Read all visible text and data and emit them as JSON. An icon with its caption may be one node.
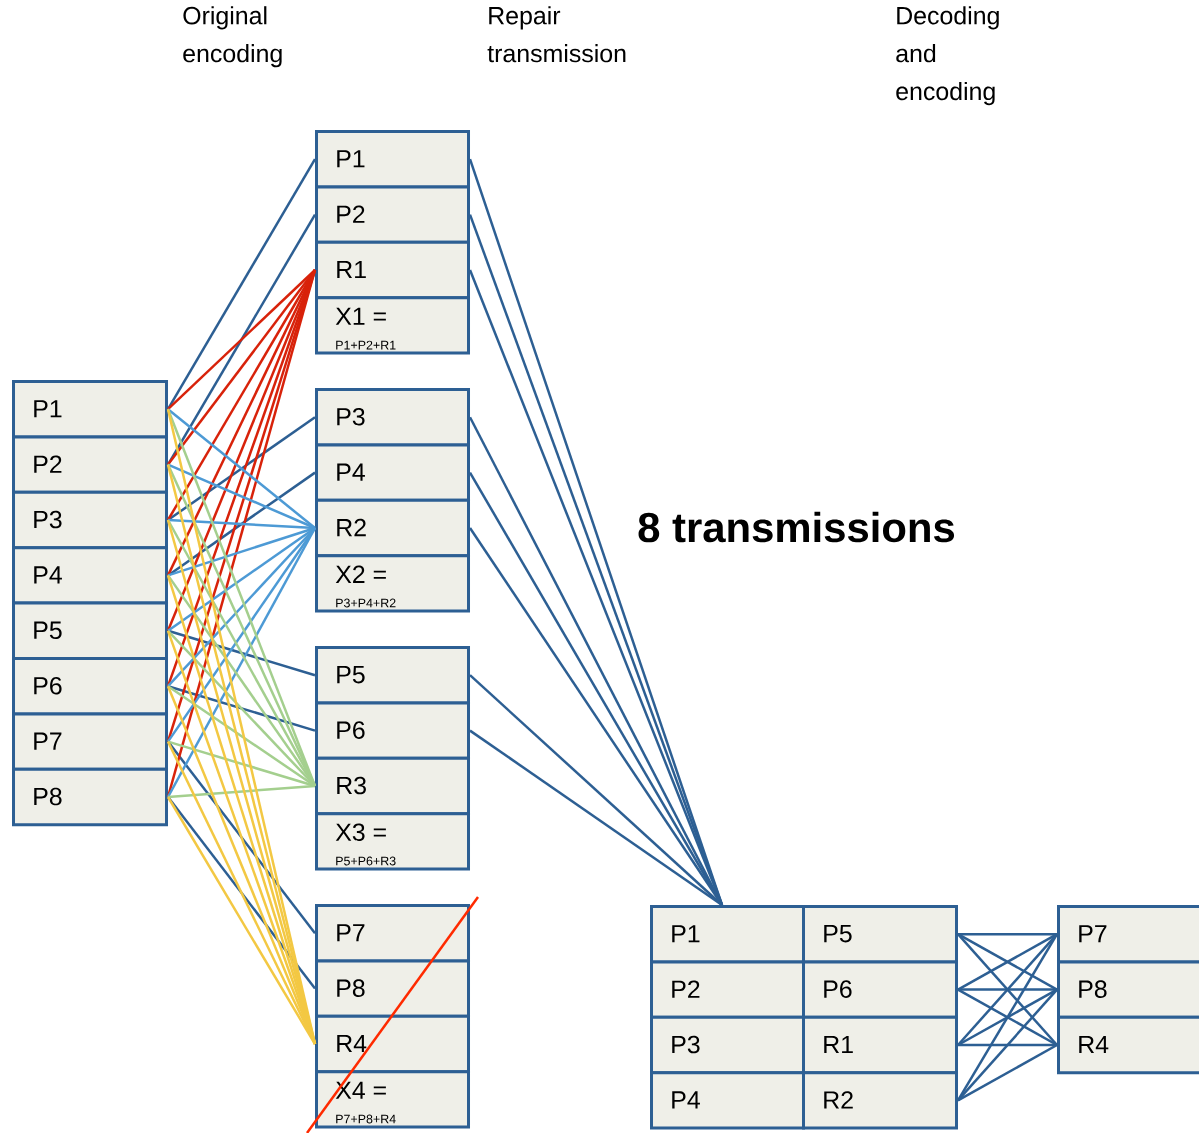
{
  "diagram": {
    "nodes": [
      {
        "text": [
          "P1"
        ]
      },
      {
        "text": [
          "P2"
        ]
      },
      {
        "text": [
          "P3"
        ]
      },
      {
        "text": [
          "P4"
        ]
      },
      {
        "text": [
          "P5"
        ]
      },
      {
        "text": [
          "P6"
        ]
      },
      {
        "text": [
          "P7"
        ]
      },
      {
        "text": [
          "P8"
        ]
      },
      {
        "text": [
          "P1"
        ]
      },
      {
        "text": [
          "P2"
        ]
      },
      {
        "text": [
          "R1"
        ]
      },
      {
        "text": [
          "X1 =",
          "P1+P2+R1"
        ]
      },
      {
        "text": [
          "P3"
        ]
      },
      {
        "text": [
          "P4"
        ]
      },
      {
        "text": [
          "R2"
        ]
      },
      {
        "text": [
          "X2 =",
          "P3+P4+R2"
        ]
      },
      {
        "text": [
          "P5"
        ]
      },
      {
        "text": [
          "P6"
        ]
      },
      {
        "text": [
          "R3"
        ]
      },
      {
        "text": [
          "X3 =",
          "P5+P6+R3"
        ]
      },
      {
        "text": [
          "P7"
        ]
      },
      {
        "text": [
          "P8"
        ]
      },
      {
        "text": [
          "R4"
        ]
      },
      {
        "text": [
          "X4 =",
          "P7+P8+R4"
        ]
      },
      {
        "text": [
          "P1"
        ]
      },
      {
        "text": [
          "P2"
        ]
      },
      {
        "text": [
          "P3"
        ]
      },
      {
        "text": [
          "P4"
        ]
      },
      {
        "text": [
          "P5"
        ]
      },
      {
        "text": [
          "P6"
        ]
      },
      {
        "text": [
          "R1"
        ]
      },
      {
        "text": [
          "R2"
        ]
      },
      {
        "text": [
          "P7"
        ]
      },
      {
        "text": [
          "P8"
        ]
      },
      {
        "text": [
          "R4"
        ]
      }
    ],
    "edges": [
      {
        "from": 0,
        "to": 8,
        "arrow": "none"
      },
      {
        "from": 1,
        "to": 9,
        "arrow": "none"
      },
      {
        "from": 2,
        "to": 12,
        "arrow": "none"
      },
      {
        "from": 3,
        "to": 13,
        "arrow": "none"
      },
      {
        "from": 4,
        "to": 16,
        "arrow": "none"
      },
      {
        "from": 5,
        "to": 17,
        "arrow": "none"
      },
      {
        "from": 6,
        "to": 20,
        "arrow": "none"
      },
      {
        "from": 7,
        "to": 21,
        "arrow": "none"
      },
      {
        "from": 0,
        "to": 10,
        "arrow": "none",
        "color": "#d8220a"
      },
      {
        "from": 1,
        "to": 10,
        "arrow": "none",
        "color": "#d8220a"
      },
      {
        "from": 2,
        "to": 10,
        "arrow": "none",
        "color": "#d8220a"
      },
      {
        "from": 3,
        "to": 10,
        "arrow": "none",
        "color": "#d8220a"
      },
      {
        "from": 4,
        "to": 10,
        "arrow": "none",
        "color": "#d8220a"
      },
      {
        "from": 5,
        "to": 10,
        "arrow": "none",
        "color": "#d8220a"
      },
      {
        "from": 6,
        "to": 10,
        "arrow": "none",
        "color": "#d8220a"
      },
      {
        "from": 7,
        "to": 10,
        "arrow": "none",
        "color": "#d8220a"
      },
      {
        "from": 0,
        "to": 14,
        "arrow": "none",
        "color": "#4d9ad5"
      },
      {
        "from": 1,
        "to": 14,
        "arrow": "none",
        "color": "#4d9ad5"
      },
      {
        "from": 2,
        "to": 14,
        "arrow": "none",
        "color": "#4d9ad5"
      },
      {
        "from": 3,
        "to": 14,
        "arrow": "none",
        "color": "#4d9ad5"
      },
      {
        "from": 4,
        "to": 14,
        "arrow": "none",
        "color": "#4d9ad5"
      },
      {
        "from": 5,
        "to": 14,
        "arrow": "none",
        "color": "#4d9ad5"
      },
      {
        "from": 6,
        "to": 14,
        "arrow": "none",
        "color": "#4d9ad5"
      },
      {
        "from": 7,
        "to": 14,
        "arrow": "none",
        "color": "#4d9ad5"
      },
      {
        "from": 0,
        "to": 18,
        "arrow": "none",
        "color": "#a4cf8e"
      },
      {
        "from": 1,
        "to": 18,
        "arrow": "none",
        "color": "#a4cf8e"
      },
      {
        "from": 2,
        "to": 18,
        "arrow": "none",
        "color": "#a4cf8e"
      },
      {
        "from": 3,
        "to": 18,
        "arrow": "none",
        "color": "#a4cf8e"
      },
      {
        "from": 4,
        "to": 18,
        "arrow": "none",
        "color": "#a4cf8e"
      },
      {
        "from": 5,
        "to": 18,
        "arrow": "none",
        "color": "#a4cf8e"
      },
      {
        "from": 6,
        "to": 18,
        "arrow": "none",
        "color": "#a4cf8e"
      },
      {
        "from": 7,
        "to": 18,
        "arrow": "none",
        "color": "#a4cf8e"
      },
      {
        "from": 0,
        "to": 22,
        "arrow": "none",
        "color": "#f3c843"
      },
      {
        "from": 1,
        "to": 22,
        "arrow": "none",
        "color": "#f3c843"
      },
      {
        "from": 2,
        "to": 22,
        "arrow": "none",
        "color": "#f3c843"
      },
      {
        "from": 3,
        "to": 22,
        "arrow": "none",
        "color": "#f3c843"
      },
      {
        "from": 4,
        "to": 22,
        "arrow": "none",
        "color": "#f3c843"
      },
      {
        "from": 5,
        "to": 22,
        "arrow": "none",
        "color": "#f3c843"
      },
      {
        "from": 6,
        "to": 22,
        "arrow": "none",
        "color": "#f3c843"
      },
      {
        "from": 7,
        "to": 22,
        "arrow": "none",
        "color": "#f3c843"
      },
      {
        "from": 8,
        "to": 24,
        "arrow": "none"
      },
      {
        "from": 9,
        "to": 24,
        "arrow": "none"
      },
      {
        "from": 10,
        "to": 24,
        "arrow": "none"
      },
      {
        "from": 12,
        "to": 24,
        "arrow": "none"
      },
      {
        "from": 13,
        "to": 24,
        "arrow": "none"
      },
      {
        "from": 14,
        "to": 24,
        "arrow": "none"
      },
      {
        "from": 16,
        "to": 24,
        "arrow": "none"
      },
      {
        "from": 17,
        "to": 24,
        "arrow": "none"
      },
      {
        "from": 28,
        "to": 32,
        "arrow": "none"
      },
      {
        "from": 28,
        "to": 33,
        "arrow": "none"
      },
      {
        "from": 28,
        "to": 34,
        "arrow": "none"
      },
      {
        "from": 29,
        "to": 32,
        "arrow": "none"
      },
      {
        "from": 29,
        "to": 33,
        "arrow": "none"
      },
      {
        "from": 29,
        "to": 34,
        "arrow": "none"
      },
      {
        "from": 30,
        "to": 32,
        "arrow": "none"
      },
      {
        "from": 30,
        "to": 33,
        "arrow": "none"
      },
      {
        "from": 30,
        "to": 34,
        "arrow": "none"
      },
      {
        "from": 31,
        "to": 32,
        "arrow": "none"
      },
      {
        "from": 31,
        "to": 33,
        "arrow": "none"
      },
      {
        "from": 31,
        "to": 34,
        "arrow": "none"
      }
    ],
    "labels": [
      "Original encoding",
      "Repair transmission",
      "Decoding and encoding",
      "8 transmissions"
    ]
  }
}
